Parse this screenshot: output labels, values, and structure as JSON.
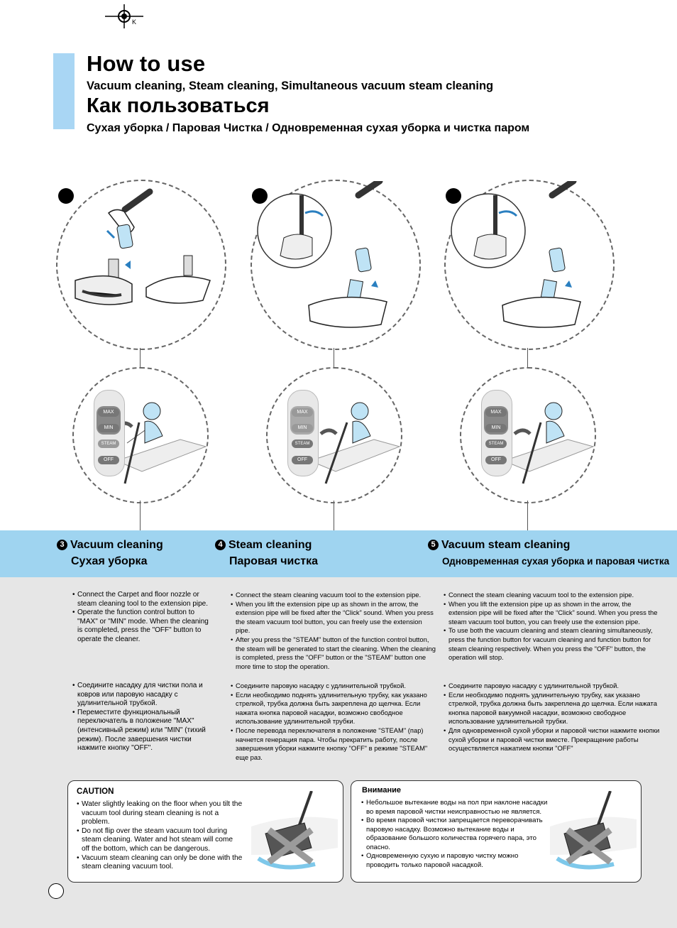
{
  "header": {
    "title_en": "How to use",
    "subtitle_en": "Vacuum cleaning, Steam cleaning, Simultaneous vacuum steam cleaning",
    "title_ru": "Как пользоваться",
    "subtitle_ru": "Сухая уборка / Паровая Чистка / Одновременная сухая уборка и чистка паром"
  },
  "control_panel": {
    "max_label": "MAX",
    "min_label": "MIN",
    "steam_label": "STEAM",
    "off_label": "OFF"
  },
  "sections": [
    {
      "number": "3",
      "title_en": "Vacuum cleaning",
      "title_ru": "Сухая уборка",
      "bullets_en": [
        "Connect the Carpet and floor nozzle or steam cleaning tool to the extension pipe.",
        "Operate the function control button to \"MAX\" or \"MIN\" mode. When the cleaning is completed, press the \"OFF\" button to operate the cleaner."
      ],
      "bullets_ru": [
        "Соедините насадку для чистки пола и ковров или паровую насадку с удлинительной трубкой.",
        "Переместите функциональный переключатель в положение \"MAX\" (интенсивный режим) или \"MIN\" (тихий режим). После завершения чистки нажмите кнопку \"OFF\"."
      ]
    },
    {
      "number": "4",
      "title_en": "Steam cleaning",
      "title_ru": "Паровая чистка",
      "bullets_en": [
        "Connect the steam cleaning vacuum tool to the extension pipe.",
        "When you lift the extension pipe up as shown in the arrow, the extension pipe will be fixed after the “Click” sound. When you press the steam vacuum tool button, you can freely use the extension pipe.",
        "After you press the \"STEAM\" button of the function control button, the steam will be generated to start the cleaning. When the cleaning is completed, press the \"OFF\" button or the \"STEAM\" button one more time to stop the operation."
      ],
      "bullets_ru": [
        "Соедините паровую насадку с удлинительной трубкой.",
        "Если необходимо поднять удлинительную трубку, как указано стрелкой, трубка должна быть закреплена до щелчка. Если нажата кнопка паровой насадки, возможно свободное использование удлинительной трубки.",
        "После перевода переключателя в положение \"STEAM\" (пар) начнется генерация пара. Чтобы прекратить работу, после завершения уборки нажмите кнопку \"OFF\" в режиме \"STEAM\" еще раз."
      ]
    },
    {
      "number": "5",
      "title_en": "Vacuum steam cleaning",
      "title_ru": "Одновременная сухая уборка и паровая чистка",
      "bullets_en": [
        "Connect the steam cleaning vacuum tool to the extension pipe.",
        "When you lift the extension pipe up as shown in the arrow, the extension pipe will be fixed after the “Click” sound. When you press the steam vacuum tool button, you can freely use the extension pipe.",
        "To use both the vacuum cleaning and steam cleaning simultaneously, press the function button for vacuum cleaning and function button for steam cleaning respectively. When you press the \"OFF\" button, the operation will stop."
      ],
      "bullets_ru": [
        "Соедините паровую насадку с удлинительной трубкой.",
        "Если необходимо поднять удлинительную трубку, как указано стрелкой, трубка должна быть закреплена до щелчка. Если нажата кнопка паровой вакуумной насадки, возможно свободное использование удлинительной трубки.",
        "Для одновременной сухой уборки и паровой чистки нажмите кнопки сухой уборки и паровой чистки вместе. Прекращение работы осуществляется нажатием кнопки \"OFF\""
      ]
    }
  ],
  "caution_en": {
    "title": "CAUTION",
    "bullets": [
      "Water slightly leaking on the floor when you tilt the vacuum tool during steam cleaning is not a problem.",
      "Do not flip over the steam vacuum tool during steam cleaning. Water and hot steam will come off the bottom, which can be dangerous.",
      "Vacuum steam cleaning can only be done with the steam cleaning vacuum tool."
    ]
  },
  "caution_ru": {
    "title": "Внимание",
    "bullets": [
      "Небольшое вытекание воды на пол при наклоне насадки во время паровой чистки неисправностью не является.",
      "Во время паровой чистки запрещается переворачивать паровую насадку. Возможно вытекание воды и образование большого количества горячего пара, это опасно.",
      "Одновременную сухую и паровую чистку можно проводить только паровой насадкой."
    ]
  },
  "colors": {
    "accent_blue": "#9fd4f0",
    "title_bar": "#a9d6f4",
    "gray_bg": "#e6e6e6"
  }
}
